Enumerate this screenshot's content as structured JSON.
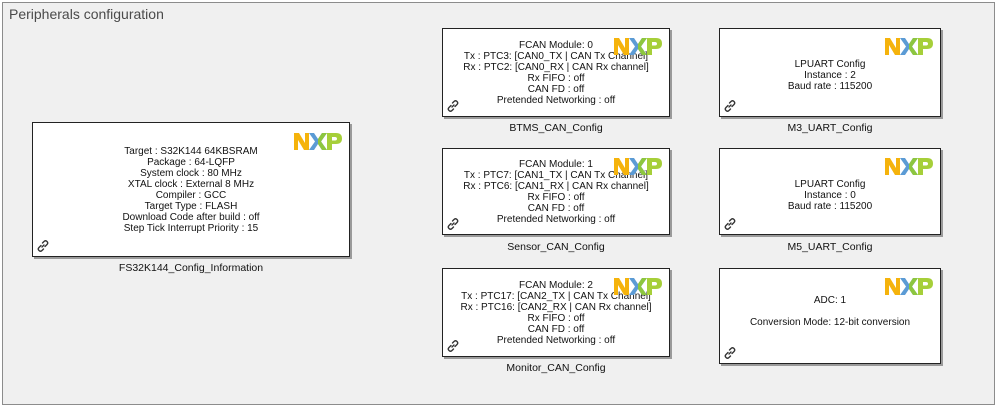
{
  "canvas": {
    "title": "Peripherals configuration"
  },
  "colors": {
    "nxp_n": "#f5b30c",
    "nxp_x_left": "#5b9bd5",
    "nxp_x_right": "#8dc63f",
    "nxp_p": "#a6cf39"
  },
  "icons": {
    "logo": "nxp-logo",
    "link": "link-icon"
  },
  "blocks": {
    "info": {
      "name": "FS32K144_Config_Information",
      "lines": [
        "Target : S32K144 64KBSRAM",
        "Package : 64-LQFP",
        "System clock : 80 MHz",
        "XTAL clock : External 8 MHz",
        "Compiler : GCC",
        "Target Type : FLASH",
        "Download Code after build : off",
        "Step Tick Interrupt Priority : 15"
      ]
    },
    "btms_can": {
      "name": "BTMS_CAN_Config",
      "lines": [
        "FCAN Module: 0",
        "Tx : PTC3: [CAN0_TX | CAN Tx Channel]",
        "Rx : PTC2: [CAN0_RX | CAN Rx channel]",
        "Rx FIFO : off",
        "CAN FD : off",
        "Pretended Networking : off"
      ]
    },
    "sensor_can": {
      "name": "Sensor_CAN_Config",
      "lines": [
        "FCAN Module: 1",
        "Tx : PTC7: [CAN1_TX | CAN Tx Channel]",
        "Rx : PTC6: [CAN1_RX | CAN Rx channel]",
        "Rx FIFO : off",
        "CAN FD : off",
        "Pretended Networking : off"
      ]
    },
    "monitor_can": {
      "name": "Monitor_CAN_Config",
      "lines": [
        "FCAN Module: 2",
        "Tx : PTC17: [CAN2_TX | CAN Tx Channel]",
        "Rx : PTC16: [CAN2_RX | CAN Rx channel]",
        "Rx FIFO : off",
        "CAN FD : off",
        "Pretended Networking : off"
      ]
    },
    "m3_uart": {
      "name": "M3_UART_Config",
      "lines": [
        "LPUART Config",
        "Instance : 2",
        "Baud rate : 115200"
      ]
    },
    "m5_uart": {
      "name": "M5_UART_Config",
      "lines": [
        "LPUART Config",
        "Instance : 0",
        "Baud rate : 115200"
      ]
    },
    "adc": {
      "name": "",
      "lines": [
        "ADC: 1",
        "",
        "Conversion Mode: 12-bit conversion"
      ]
    }
  }
}
